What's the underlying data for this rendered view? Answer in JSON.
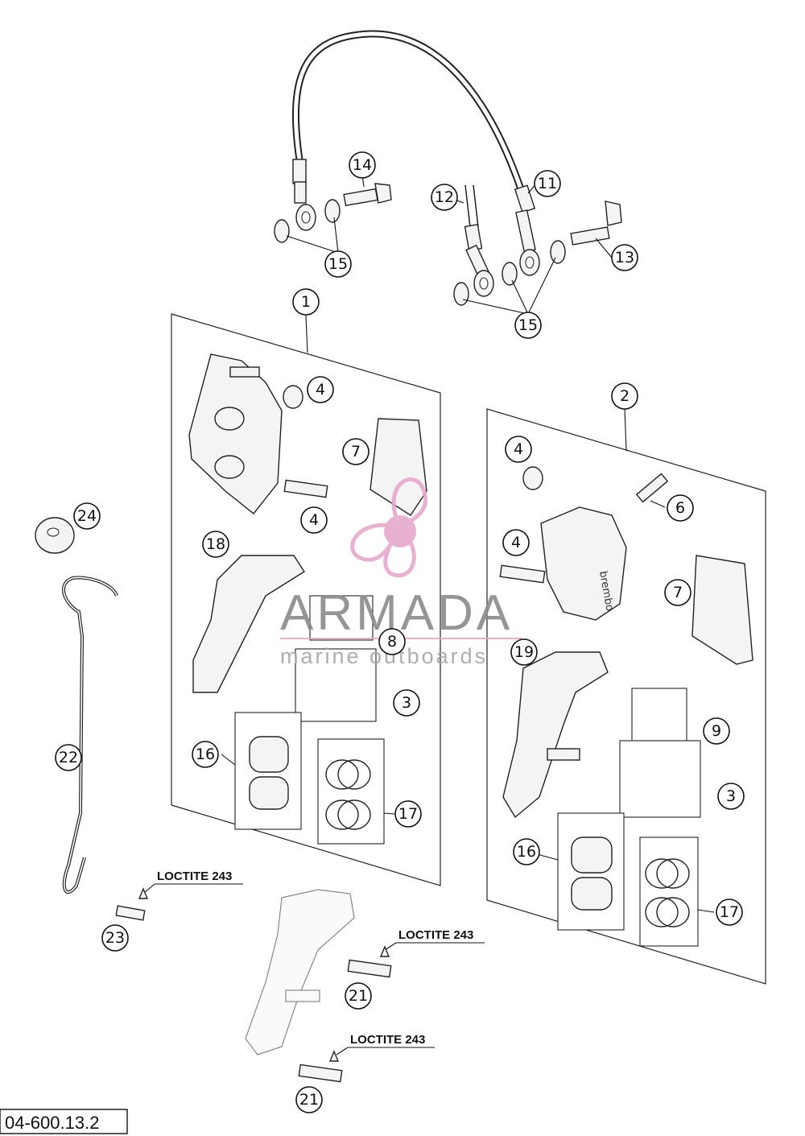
{
  "diagram_code": "04-600.13.2",
  "watermark": {
    "brand": "ARMADA",
    "tagline": "marine outboards",
    "accent_color": "#e6a9cc",
    "gray_color": "#8a8a8a"
  },
  "notes": {
    "loctite_1": "LOCTITE 243",
    "loctite_2": "LOCTITE 243",
    "loctite_3": "LOCTITE 243"
  },
  "callouts": {
    "c1": "1",
    "c2": "2",
    "c3a": "3",
    "c3b": "3",
    "c4a": "4",
    "c4b": "4",
    "c4c": "4",
    "c4d": "4",
    "c6": "6",
    "c7a": "7",
    "c7b": "7",
    "c8": "8",
    "c9": "9",
    "c11": "11",
    "c12": "12",
    "c13": "13",
    "c14": "14",
    "c15a": "15",
    "c15b": "15",
    "c16a": "16",
    "c16b": "16",
    "c17a": "17",
    "c17b": "17",
    "c18": "18",
    "c19": "19",
    "c21a": "21",
    "c21b": "21",
    "c22": "22",
    "c23": "23",
    "c24": "24"
  },
  "brembo_logo_text": "brembo"
}
